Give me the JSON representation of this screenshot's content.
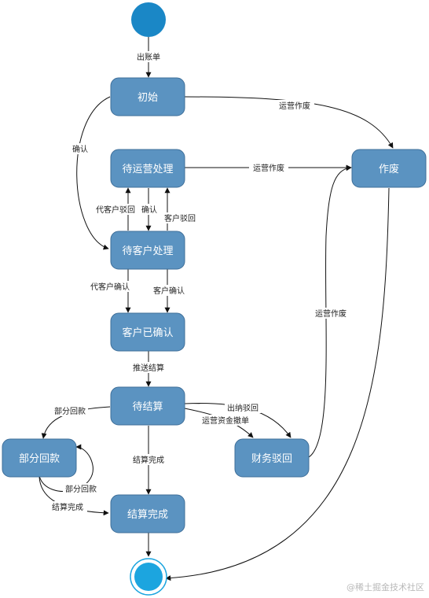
{
  "states": {
    "initial": "初始",
    "pending_ops": "待运营处理",
    "pending_customer": "待客户处理",
    "customer_confirmed": "客户已确认",
    "pending_settlement": "待结算",
    "partial_payment": "部分回款",
    "finance_rejected": "财务驳回",
    "settled": "结算完成",
    "voided": "作废"
  },
  "transitions": {
    "issue_bill": "出账单",
    "confirm": "确认",
    "ops_void_from_initial": "运营作废",
    "ops_void_from_pending": "运营作废",
    "ops_void_from_finance": "运营作废",
    "reject_on_behalf": "代客户驳回",
    "ops_confirm": "确认",
    "customer_reject": "客户驳回",
    "confirm_on_behalf": "代客户确认",
    "customer_confirm": "客户确认",
    "push_settlement": "推送结算",
    "partial_payment_out": "部分回款",
    "partial_payment_loop": "部分回款",
    "cashier_reject": "出纳驳回",
    "ops_fund_withdraw": "运营资金撤单",
    "settlement_complete": "结算完成",
    "partial_settlement_complete": "结算完成"
  },
  "colors": {
    "start": "#1a87c6",
    "end": "#1ca5df",
    "state_fill": "#5b93c1",
    "state_stroke": "#3f6f99"
  },
  "watermark": "@稀土掘金技术社区"
}
